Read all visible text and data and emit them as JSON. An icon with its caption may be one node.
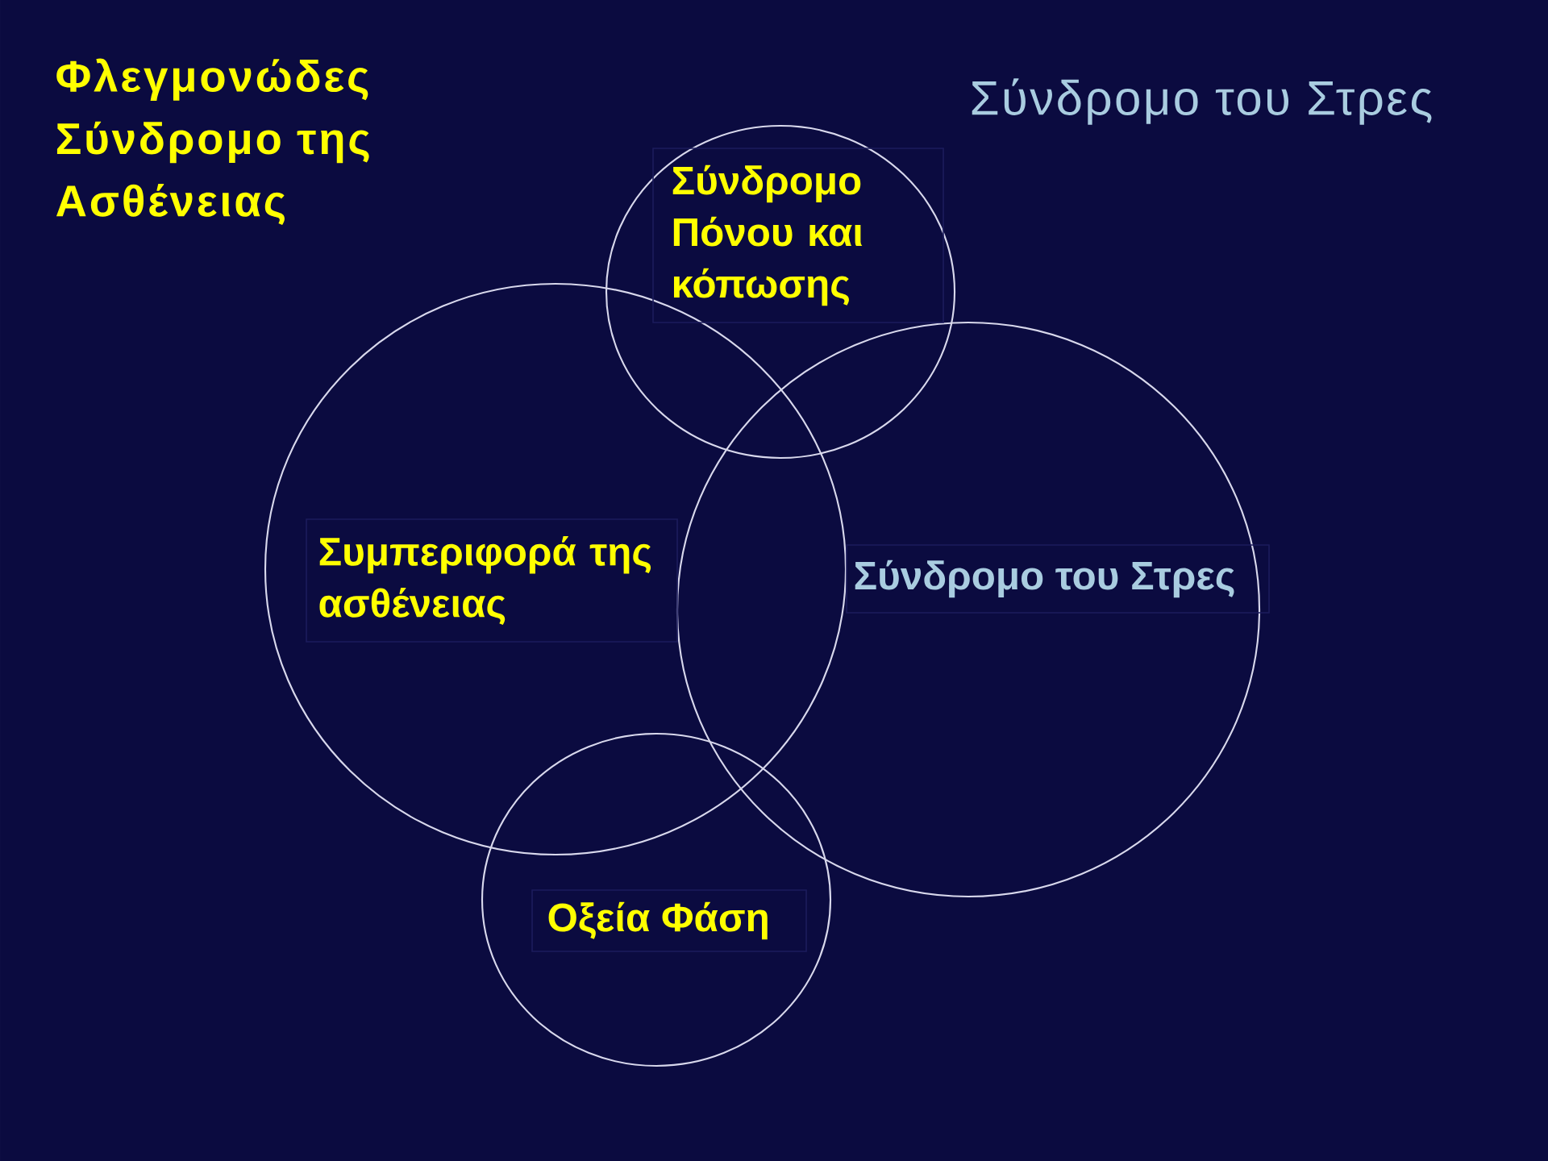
{
  "diagram": {
    "nodes": [
      {
        "text": [
          "Σύνδρομο Πόνου και κόπωσης"
        ]
      },
      {
        "text": [
          "Συμπεριφορά της ασθένειας"
        ]
      },
      {
        "text": [
          "Σύνδρομο του Στρες"
        ]
      },
      {
        "text": [
          "Οξεία Φάση"
        ]
      }
    ],
    "labels": [
      "Φλεγμονώδες Σύνδρομο της Ασθένειας",
      "Σύνδρομο του Στρες"
    ]
  }
}
